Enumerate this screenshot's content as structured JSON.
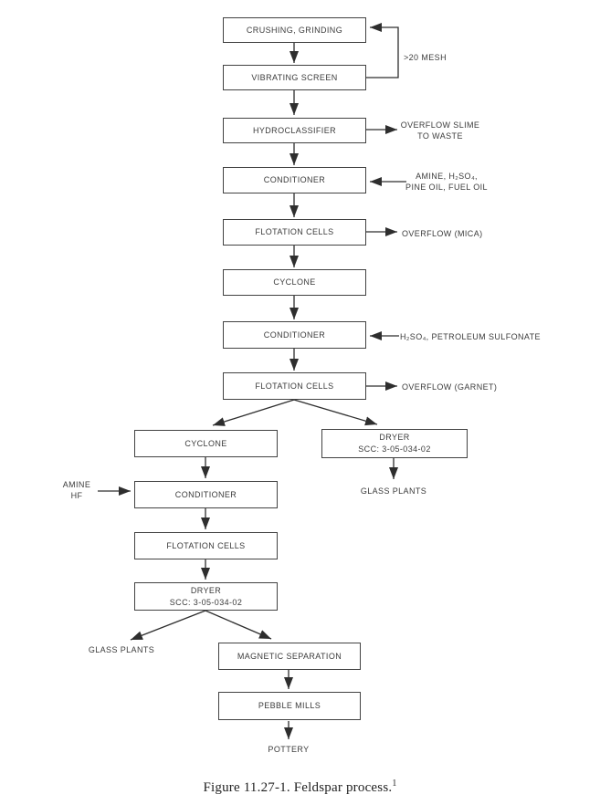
{
  "page": {
    "caption": "Figure 11.27-1.  Feldspar process.",
    "caption_ref": "1"
  },
  "colors": {
    "background": "#ffffff",
    "line": "#2e2e2e",
    "box_border": "#424242",
    "text": "#3b3b3b"
  },
  "nodes": {
    "crushing_grinding": "CRUSHING, GRINDING",
    "vibrating_screen": "VIBRATING SCREEN",
    "hydroclassifier": "HYDROCLASSIFIER",
    "conditioner1": "CONDITIONER",
    "flotation_cells1": "FLOTATION CELLS",
    "cyclone1": "CYCLONE",
    "conditioner2": "CONDITIONER",
    "flotation_cells2": "FLOTATION CELLS",
    "cyclone2": "CYCLONE",
    "dryer1_line1": "DRYER",
    "dryer1_line2": "SCC: 3-05-034-02",
    "conditioner3": "CONDITIONER",
    "flotation_cells3": "FLOTATION CELLS",
    "dryer2_line1": "DRYER",
    "dryer2_line2": "SCC: 3-05-034-02",
    "magnetic_separation": "MAGNETIC SEPARATION",
    "pebble_mills": "PEBBLE MILLS"
  },
  "labels": {
    "mesh_recycle": ">20 MESH",
    "overflow_slime_line1": "OVERFLOW SLIME",
    "overflow_slime_line2": "TO WASTE",
    "conditioner1_reagents_line1": "AMINE, H₂SO₄,",
    "conditioner1_reagents_line2": "PINE OIL, FUEL OIL",
    "overflow_mica": "OVERFLOW (MICA)",
    "conditioner2_reagents": "H₂SO₄, PETROLEUM SULFONATE",
    "overflow_garnet": "OVERFLOW (GARNET)",
    "conditioner3_reagent_line1": "AMINE",
    "conditioner3_reagent_line2": "HF",
    "glass_plants_right": "GLASS PLANTS",
    "glass_plants_left": "GLASS PLANTS",
    "pottery": "POTTERY"
  }
}
